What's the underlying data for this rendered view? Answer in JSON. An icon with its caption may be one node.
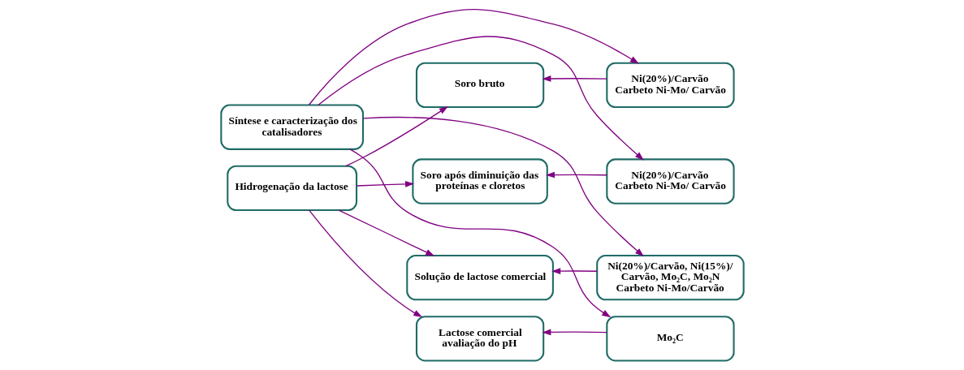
{
  "diagram": {
    "nodes": [
      {
        "text": [
          "Síntese e caracterização dos catalisadores"
        ]
      },
      {
        "text": [
          "Soro bruto"
        ]
      },
      {
        "text": [
          "Ni(20%)/Carvão",
          "Carbeto Ni-Mo/ Carvão"
        ]
      },
      {
        "text": [
          "Hidrogenação da lactose"
        ]
      },
      {
        "text": [
          "Soro após diminuição das proteínas e cloretos"
        ]
      },
      {
        "text": [
          "Ni(20%)/Carvão",
          "Carbeto Ni-Mo/ Carvão"
        ]
      },
      {
        "text": [
          "Solução de lactose comercial"
        ]
      },
      {
        "text": [
          "Ni(20%)/Carvão, Ni(15%)/ Carvão, Mo₂C, Mo₂N",
          "Carbeto Ni-Mo/Carvão"
        ]
      },
      {
        "text": [
          "Lactose comercial",
          "avaliação do pH"
        ]
      },
      {
        "text": [
          "Mo₂C"
        ]
      }
    ],
    "edges": [
      {
        "from": 0,
        "to": 2,
        "arrow": "to"
      },
      {
        "from": 0,
        "to": 5,
        "arrow": "to"
      },
      {
        "from": 0,
        "to": 7,
        "arrow": "to"
      },
      {
        "from": 0,
        "to": 9,
        "arrow": "to"
      },
      {
        "from": 2,
        "to": 1,
        "arrow": "to"
      },
      {
        "from": 3,
        "to": 1,
        "arrow": "to"
      },
      {
        "from": 3,
        "to": 4,
        "arrow": "to"
      },
      {
        "from": 5,
        "to": 4,
        "arrow": "to"
      },
      {
        "from": 3,
        "to": 6,
        "arrow": "to"
      },
      {
        "from": 7,
        "to": 6,
        "arrow": "to"
      },
      {
        "from": 3,
        "to": 8,
        "arrow": "to"
      },
      {
        "from": 9,
        "to": 8,
        "arrow": "to"
      }
    ]
  }
}
